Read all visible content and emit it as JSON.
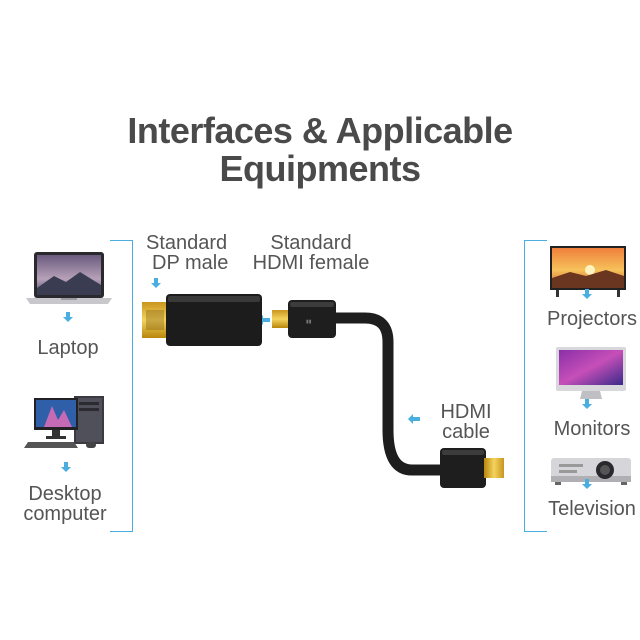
{
  "title": {
    "line1": "Interfaces & Applicable",
    "line2": "Equipments"
  },
  "connectors": {
    "dp": {
      "line1": "Standard",
      "line2": "DP male"
    },
    "hdmi": {
      "line1": "Standard",
      "line2": "HDMI female"
    },
    "cable": {
      "line1": "HDMI",
      "line2": "cable"
    }
  },
  "sources": [
    {
      "label": "Laptop"
    },
    {
      "label": "Desktop",
      "label2": "computer"
    }
  ],
  "displays": [
    {
      "label": "Projectors"
    },
    {
      "label": "Monitors"
    },
    {
      "label": "Television"
    }
  ],
  "colors": {
    "accent": "#4aaee0",
    "text": "#4a4a4a",
    "gold": "#d9a520",
    "cable": "#1e1e1e"
  }
}
